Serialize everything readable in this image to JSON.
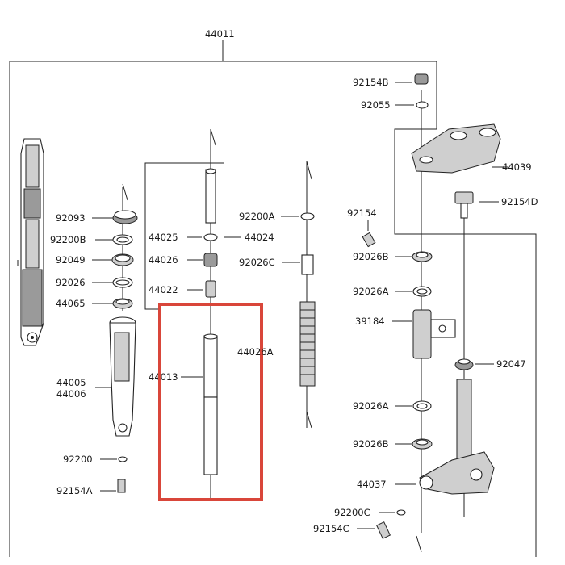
{
  "labels": {
    "assembly_top": "44011",
    "l92093": "92093",
    "l92200B": "92200B",
    "l92049": "92049",
    "l92026": "92026",
    "l44065": "44065",
    "l44005": "44005",
    "l44006": "44006",
    "l92200": "92200",
    "l92154A": "92154A",
    "l44025": "44025",
    "l44024": "44024",
    "l44026": "44026",
    "l44022": "44022",
    "l44013": "44013",
    "l92200A": "92200A",
    "l92026C": "92026C",
    "l44026A": "44026A",
    "l92154B": "92154B",
    "l92055": "92055",
    "l44039": "44039",
    "l92154D": "92154D",
    "l92154": "92154",
    "l92026B_1": "92026B",
    "l92026A_1": "92026A",
    "l39184": "39184",
    "l92047": "92047",
    "l92026A_2": "92026A",
    "l92026B_2": "92026B",
    "l44037": "44037",
    "l92200C": "92200C",
    "l92154C": "92154C"
  },
  "highlight_color": "#d9463a"
}
